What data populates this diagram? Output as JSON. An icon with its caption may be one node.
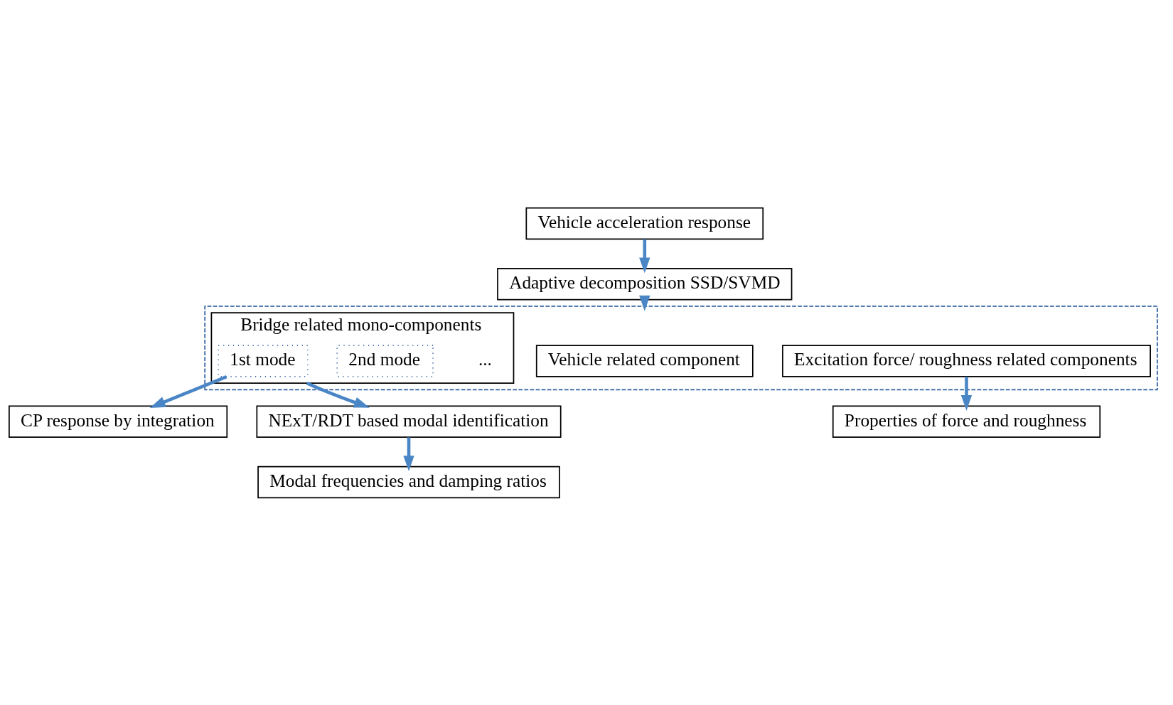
{
  "diagram": {
    "nodes": [
      {
        "text": [
          "Vehicle acceleration response"
        ]
      },
      {
        "text": [
          "Adaptive decomposition SSD/SVMD"
        ]
      },
      {
        "text": [],
        "shape": "box"
      },
      {
        "text": [
          "Bridge related mono-components"
        ],
        "in": 2
      },
      {
        "text": [
          "1st mode"
        ],
        "in": 3
      },
      {
        "text": [
          "2nd mode"
        ],
        "in": 3
      },
      {
        "text": [
          "Vehicle related component"
        ],
        "in": 2
      },
      {
        "text": [
          "Excitation force/ roughness related components"
        ],
        "in": 2
      },
      {
        "text": [
          "CP response by integration"
        ]
      },
      {
        "text": [
          "NExT/RDT based modal identification"
        ]
      },
      {
        "text": [
          "Modal frequencies and damping ratios"
        ]
      },
      {
        "text": [
          "Properties of force and roughness"
        ]
      }
    ],
    "edges": [
      {
        "from": 0,
        "to": 1,
        "arrow": "to"
      },
      {
        "from": 1,
        "to": 2,
        "arrow": "to"
      },
      {
        "from": 4,
        "to": 8,
        "arrow": "to"
      },
      {
        "from": 3,
        "to": 9,
        "arrow": "to"
      },
      {
        "from": 9,
        "to": 10,
        "arrow": "to"
      },
      {
        "from": 7,
        "to": 11,
        "arrow": "to"
      }
    ],
    "labels": [
      "..."
    ]
  }
}
